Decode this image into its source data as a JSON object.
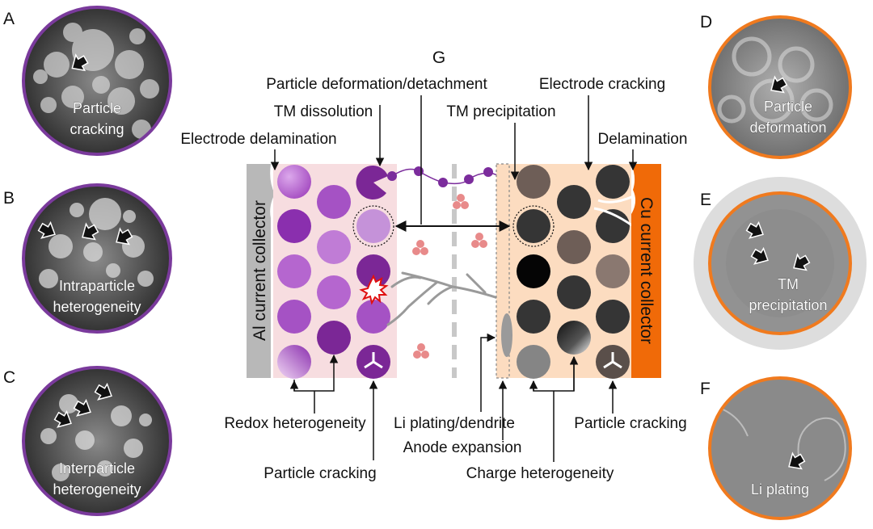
{
  "panels": {
    "A": {
      "letter": "A",
      "caption_line1": "Particle",
      "caption_line2": "cracking"
    },
    "B": {
      "letter": "B",
      "caption_line1": "Intraparticle",
      "caption_line2": "heterogeneity"
    },
    "C": {
      "letter": "C",
      "caption_line1": "Interparticle",
      "caption_line2": "heterogeneity"
    },
    "D": {
      "letter": "D",
      "caption_line1": "Particle",
      "caption_line2": "deformation"
    },
    "E": {
      "letter": "E",
      "caption_line1": "TM",
      "caption_line2": "precipitation"
    },
    "F": {
      "letter": "F",
      "caption_line1": "Li plating",
      "caption_line2": ""
    },
    "G": {
      "letter": "G"
    }
  },
  "labels": {
    "particle_deformation_detachment": "Particle deformation/detachment",
    "tm_dissolution": "TM dissolution",
    "electrode_delamination": "Electrode delamination",
    "electrode_cracking": "Electrode cracking",
    "tm_precipitation": "TM precipitation",
    "delamination": "Delamination",
    "redox_heterogeneity": "Redox heterogeneity",
    "li_plating_dendrite": "Li plating/dendrite",
    "anode_expansion": "Anode expansion",
    "particle_cracking_bottom_right": "Particle cracking",
    "particle_cracking_bottom_left": "Particle cracking",
    "charge_heterogeneity": "Charge heterogeneity",
    "al_current_collector": "Al current collector",
    "cu_current_collector": "Cu current collector"
  },
  "colors": {
    "cathode_ring": "#7a3a9c",
    "anode_ring": "#f07a1e",
    "cathode_bg": "#f7dde0",
    "anode_bg": "#fcdcc0",
    "al_collector": "#b8b8b8",
    "cu_collector": "#f06a08",
    "tm_ion": "#7b2c9c",
    "li_salt": "#e88a8a"
  }
}
